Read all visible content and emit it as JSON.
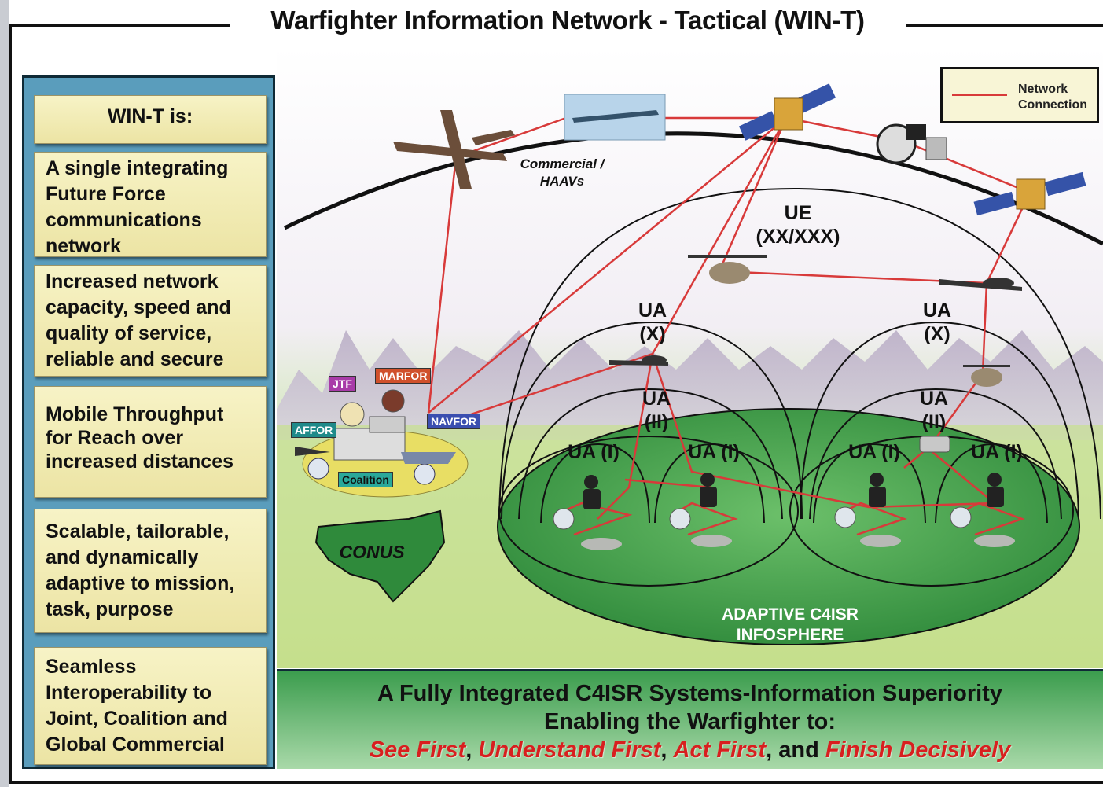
{
  "title": "Warfighter Information Network - Tactical (WIN-T)",
  "panel": {
    "heading": "WIN-T is:",
    "items": [
      {
        "text": "A single integrating Future Force communications network"
      },
      {
        "text": "Increased network capacity, speed and quality of service, reliable and secure"
      },
      {
        "text": "Mobile Throughput for Reach over increased distances"
      },
      {
        "text": "Scalable, tailorable, and dynamically adaptive to mission, task, purpose"
      },
      {
        "text": "Seamless Interoperability to Joint, Coalition and Global Commercial"
      }
    ]
  },
  "legend": {
    "label": "Network Connection",
    "line1": "Network",
    "line2": "Connection",
    "color": "#d83a3a"
  },
  "diagram": {
    "commercial_line1": "Commercial /",
    "commercial_line2": "HAAVs",
    "ue_line1": "UE",
    "ue_line2": "(XX/XXX)",
    "ua_x": "UA",
    "ua_x_sub": "(X)",
    "ua_ii": "UA",
    "ua_ii_sub": "(II)",
    "ua_i": "UA (I)",
    "conus": "CONUS",
    "infosphere_line1": "ADAPTIVE C4ISR",
    "infosphere_line2": "INFOSPHERE",
    "badges": {
      "jtf": "JTF",
      "marfor": "MARFOR",
      "affor": "AFFOR",
      "navfor": "NAVFOR",
      "coalition": "Coalition"
    }
  },
  "banner": {
    "line1": "A Fully Integrated C4ISR Systems-Information Superiority",
    "line2": "Enabling the Warfighter to:",
    "see": "See First",
    "understand": "Understand First",
    "act": "Act First",
    "and": "and",
    "finish": "Finish Decisively",
    "sep": ","
  },
  "colors": {
    "panel": "#5a9dbc",
    "box": "#f1eab5",
    "ground": "#3e9a45",
    "network": "#d83a3a",
    "emphasis": "#d81f1f"
  }
}
